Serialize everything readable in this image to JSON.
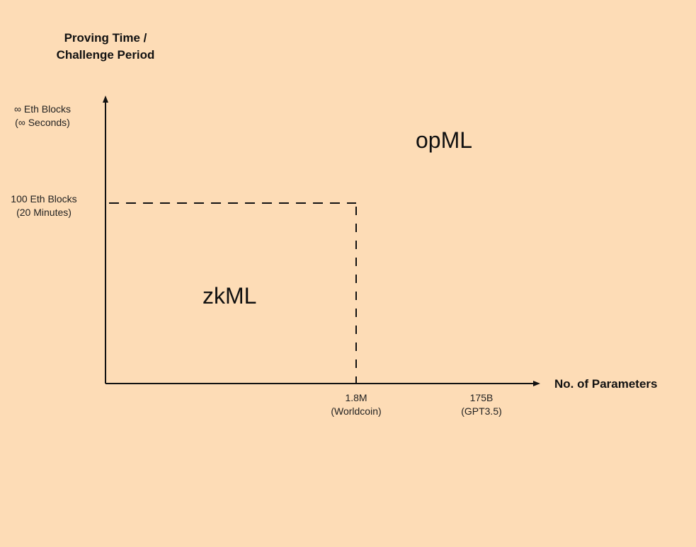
{
  "axes": {
    "y_title_line1": "Proving Time /",
    "y_title_line2": "Challenge Period",
    "x_title": "No. of Parameters"
  },
  "y_ticks": [
    {
      "line1": "∞ Eth Blocks",
      "line2": "(∞ Seconds)"
    },
    {
      "line1": "100 Eth Blocks",
      "line2": "(20 Minutes)"
    }
  ],
  "x_ticks": [
    {
      "line1": "1.8M",
      "line2": "(Worldcoin)"
    },
    {
      "line1": "175B",
      "line2": "(GPT3.5)"
    }
  ],
  "regions": {
    "op": "opML",
    "zk": "zkML"
  },
  "colors": {
    "background": "#fddcb6",
    "ink": "#111111"
  }
}
